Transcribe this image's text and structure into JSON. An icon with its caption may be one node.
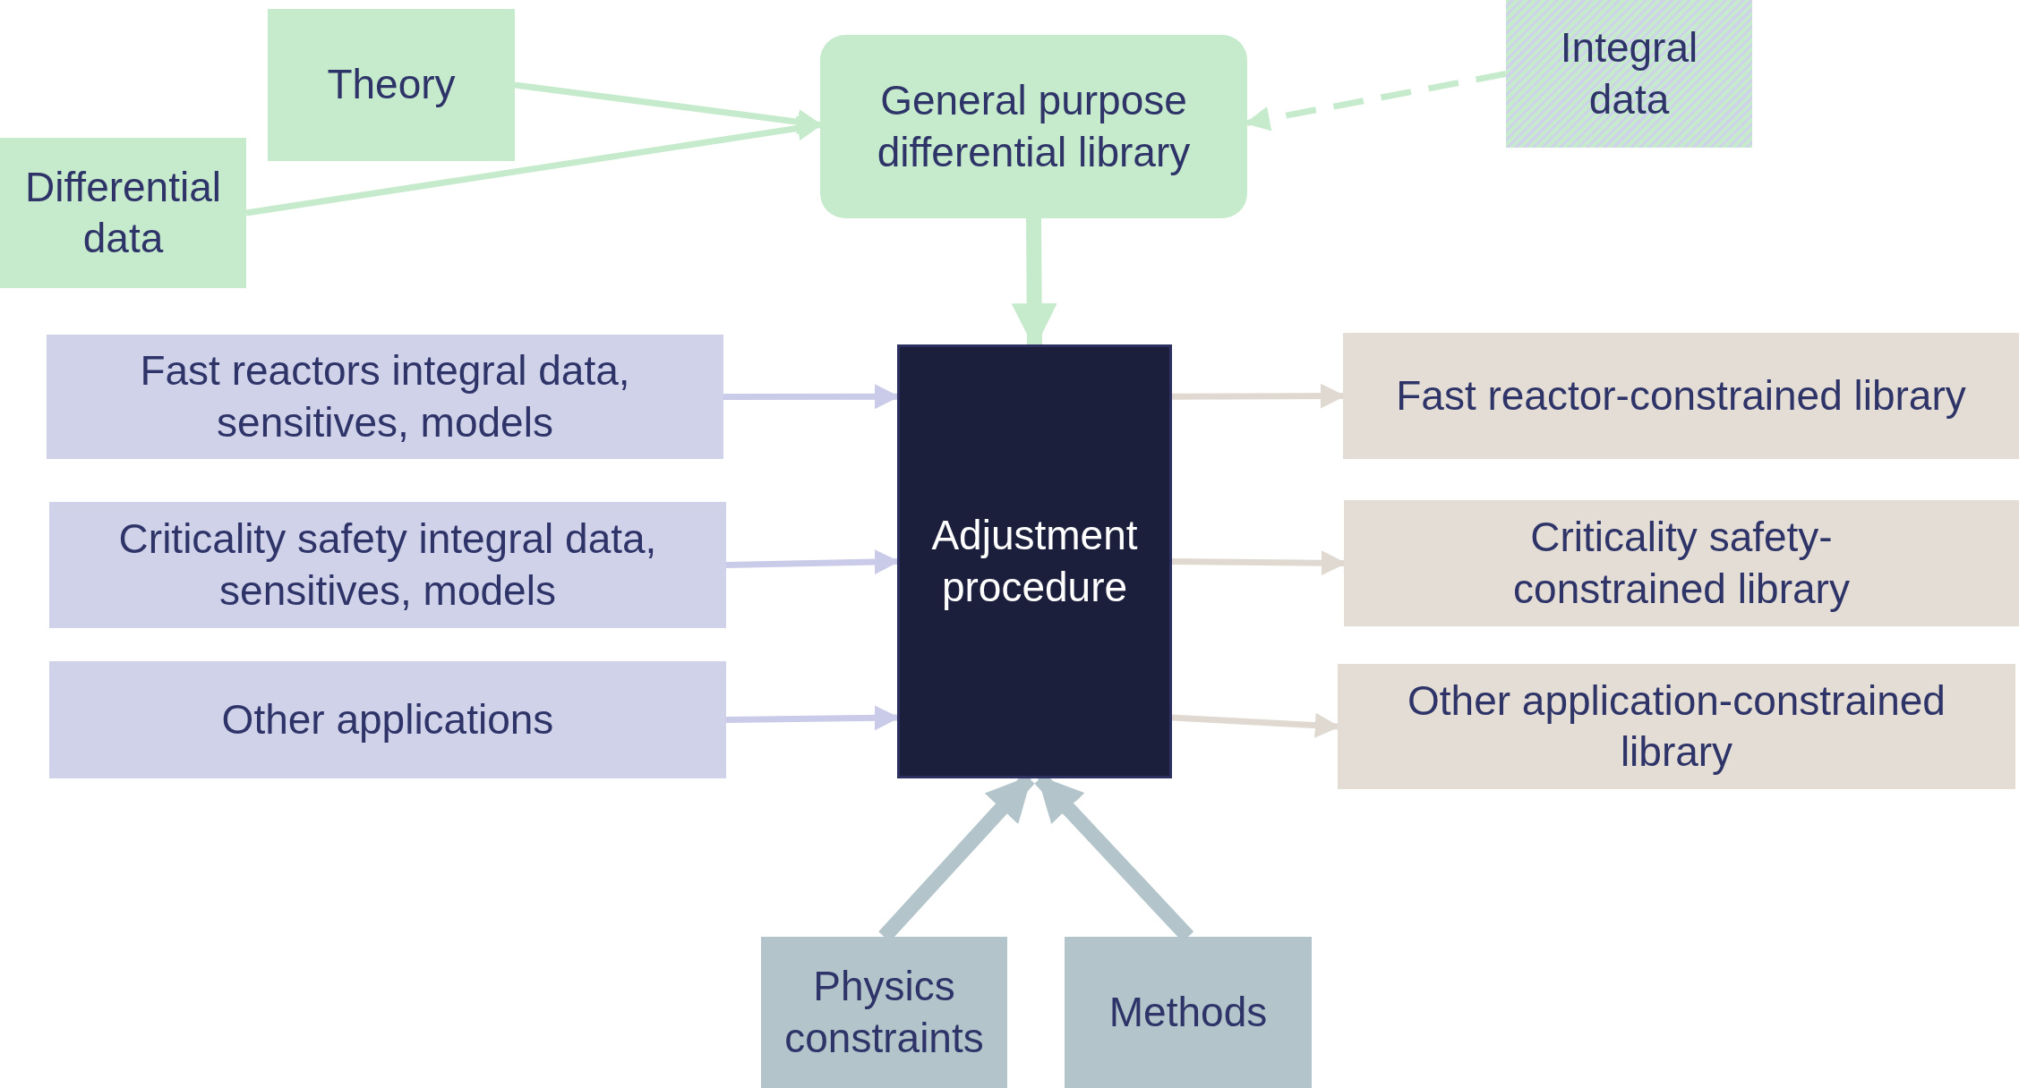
{
  "diagram": {
    "nodes": [
      {
        "text": [
          "Theory"
        ]
      },
      {
        "text": [
          "Differential data"
        ]
      },
      {
        "text": [
          "General purpose differential library"
        ]
      },
      {
        "text": [
          "Integral data"
        ]
      },
      {
        "text": [
          "Fast reactors integral data, sensitives, models"
        ]
      },
      {
        "text": [
          "Criticality safety integral data, sensitives, models"
        ]
      },
      {
        "text": [
          "Other applications"
        ]
      },
      {
        "text": [
          "Adjustment procedure"
        ]
      },
      {
        "text": [
          "Fast reactor-constrained library"
        ]
      },
      {
        "text": [
          "Criticality safety-constrained library"
        ]
      },
      {
        "text": [
          "Other application-constrained library"
        ]
      },
      {
        "text": [
          "Physics constraints"
        ]
      },
      {
        "text": [
          "Methods"
        ]
      }
    ],
    "edges": [
      {
        "from": 0,
        "to": 2,
        "arrow": "to",
        "color": "#c6ebcc"
      },
      {
        "from": 1,
        "to": 2,
        "arrow": "to",
        "color": "#c6ebcc"
      },
      {
        "from": 3,
        "to": 2,
        "arrow": "to",
        "style": "dashed",
        "color": "#c6ebcc"
      },
      {
        "from": 2,
        "to": 7,
        "arrow": "to",
        "style": "thick",
        "color": "#c6ebcc"
      },
      {
        "from": 4,
        "to": 7,
        "arrow": "to",
        "color": "#c9cbe8"
      },
      {
        "from": 5,
        "to": 7,
        "arrow": "to",
        "color": "#c9cbe8"
      },
      {
        "from": 6,
        "to": 7,
        "arrow": "to",
        "color": "#c9cbe8"
      },
      {
        "from": 7,
        "to": 8,
        "arrow": "to",
        "color": "#e0d9d1"
      },
      {
        "from": 7,
        "to": 9,
        "arrow": "to",
        "color": "#e0d9d1"
      },
      {
        "from": 7,
        "to": 10,
        "arrow": "to",
        "color": "#e0d9d1"
      },
      {
        "from": 11,
        "to": 7,
        "arrow": "to",
        "style": "thick",
        "color": "#b3c5cb"
      },
      {
        "from": 12,
        "to": 7,
        "arrow": "to",
        "style": "thick",
        "color": "#b3c5cb"
      }
    ]
  }
}
